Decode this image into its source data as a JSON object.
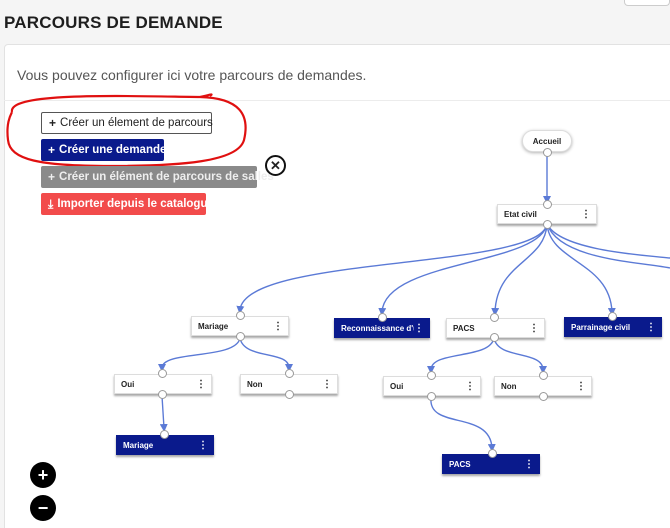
{
  "page": {
    "title": "PARCOURS DE DEMANDE",
    "intro": "Vous pouvez configurer ici votre parcours de demandes."
  },
  "actions": {
    "create_element": "Créer un élement de parcours",
    "create_request": "Créer une demande",
    "create_room_element": "Créer un élément de parcours de salles",
    "import_catalog": "Importer depuis le catalogue"
  },
  "icons": {
    "plus": "+",
    "download": "⤓",
    "close": "✕",
    "menu": "⋮",
    "zoom_in": "+",
    "zoom_out": "−"
  },
  "flow": {
    "start": "Accueil",
    "nodes": {
      "etat_civil": "Etat civil",
      "mariage": "Mariage",
      "reconnaissance": "Reconnaissance d'un e…",
      "pacs": "PACS",
      "parrainage": "Parrainage civil",
      "mariage_oui": "Oui",
      "mariage_non": "Non",
      "mariage_result": "Mariage",
      "pacs_oui": "Oui",
      "pacs_non": "Non",
      "pacs_result": "PACS"
    }
  },
  "colors": {
    "primary": "#0a1a8c",
    "danger": "#f24b4b",
    "disabled": "#8a8a8a",
    "connector": "#5b7ad6",
    "annotation": "#e01010"
  }
}
